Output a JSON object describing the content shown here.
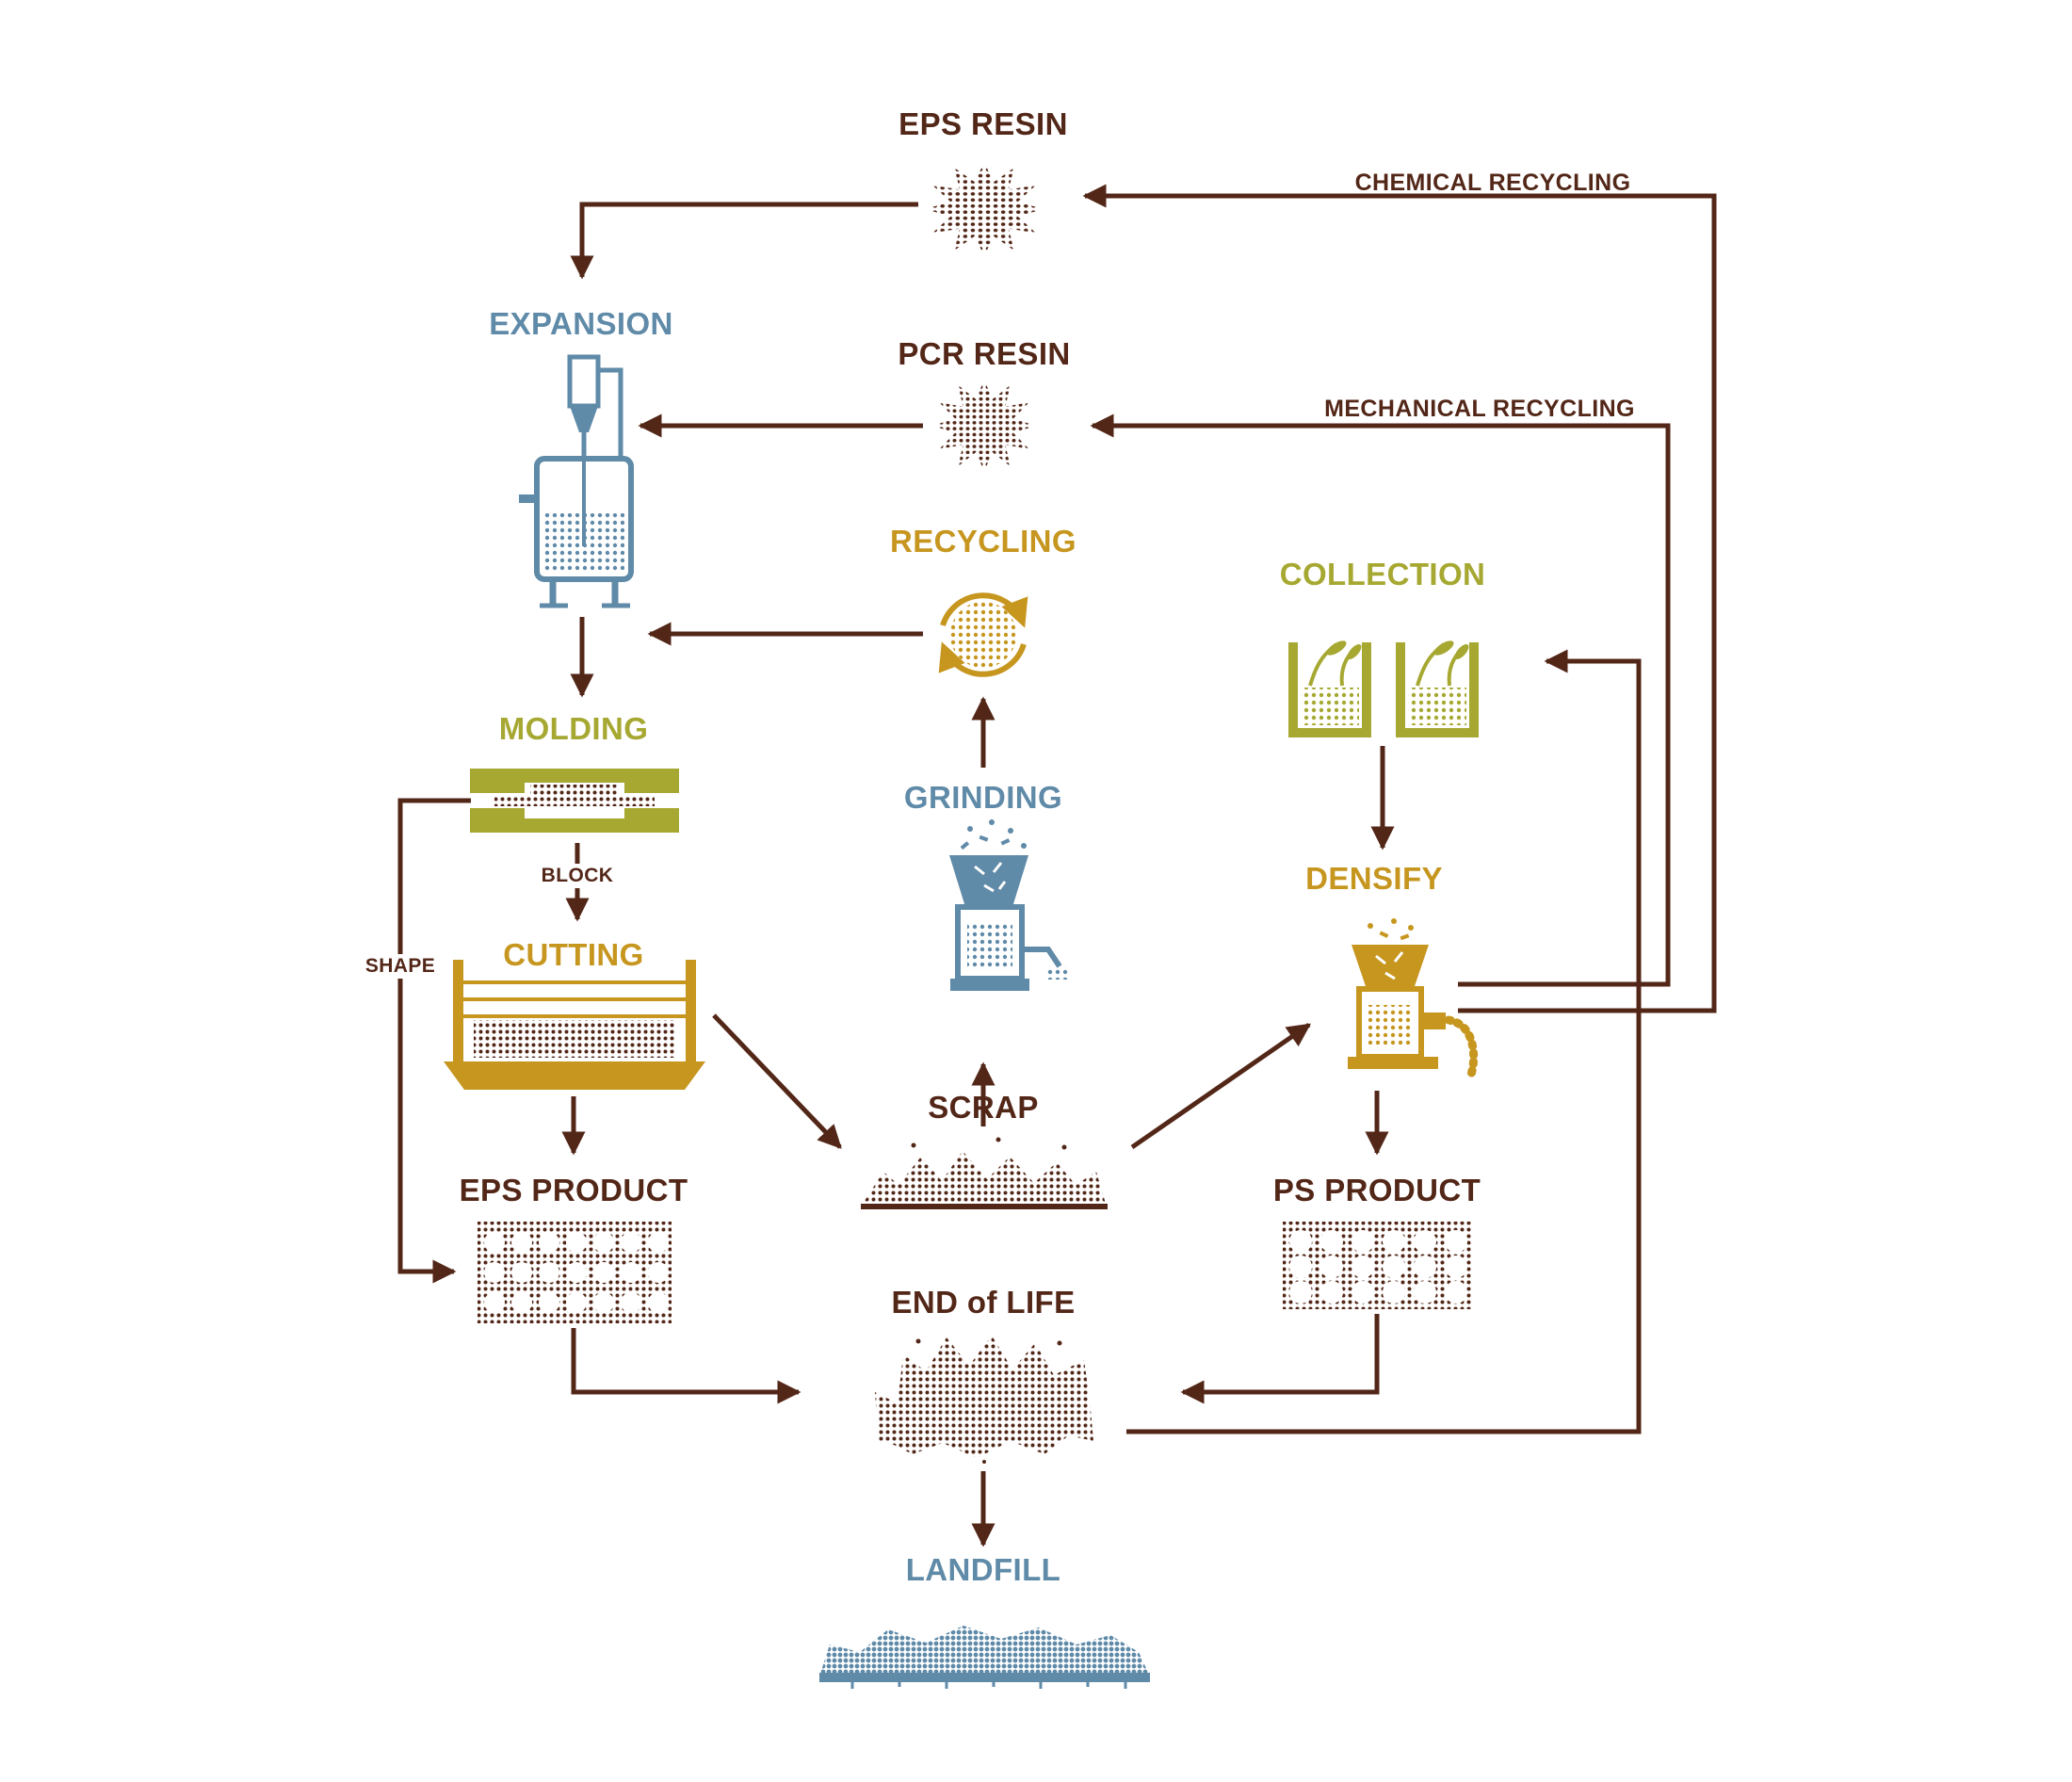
{
  "diagram": {
    "subject": "EPS lifecycle flowchart",
    "colors": {
      "brown": "#532718",
      "blue": "#5f8aa8",
      "olive": "#a6a832",
      "gold": "#c6961f",
      "background": "#ffffff"
    },
    "nodes": {
      "eps_resin": "EPS RESIN",
      "chemical_recycling": "CHEMICAL RECYCLING",
      "expansion": "EXPANSION",
      "pcr_resin": "PCR RESIN",
      "mechanical_recycling": "MECHANICAL RECYCLING",
      "recycling": "RECYCLING",
      "collection": "COLLECTION",
      "molding": "MOLDING",
      "block": "BLOCK",
      "grinding": "GRINDING",
      "densify": "DENSIFY",
      "shape": "SHAPE",
      "cutting": "CUTTING",
      "scrap": "SCRAP",
      "eps_product": "EPS PRODUCT",
      "ps_product": "PS PRODUCT",
      "end_of_life": "END of LIFE",
      "landfill": "LANDFILL"
    },
    "icons": {
      "eps_resin": "resin-starburst-icon",
      "pcr_resin": "resin-starburst-icon",
      "expansion": "pre-expander-machine-icon",
      "recycling": "circular-arrows-icon",
      "collection": "recycling-bins-icon",
      "molding": "mold-plates-icon",
      "grinding": "grinder-machine-icon",
      "densify": "densifier-machine-icon",
      "cutting": "hot-wire-cutting-table-icon",
      "scrap": "scrap-pile-icon",
      "eps_product": "foam-packaging-icon",
      "ps_product": "foam-packaging-icon",
      "end_of_life": "waste-pile-icon",
      "landfill": "landfill-mound-icon"
    },
    "edges": [
      {
        "from": "EPS RESIN",
        "to": "EXPANSION"
      },
      {
        "from": "PCR RESIN",
        "to": "EXPANSION"
      },
      {
        "from": "RECYCLING",
        "to": "EXPANSION"
      },
      {
        "from": "EXPANSION",
        "to": "MOLDING"
      },
      {
        "from": "MOLDING",
        "to": "CUTTING",
        "label": "BLOCK"
      },
      {
        "from": "MOLDING",
        "to": "EPS PRODUCT",
        "label": "SHAPE"
      },
      {
        "from": "CUTTING",
        "to": "EPS PRODUCT"
      },
      {
        "from": "CUTTING",
        "to": "SCRAP"
      },
      {
        "from": "SCRAP",
        "to": "GRINDING"
      },
      {
        "from": "GRINDING",
        "to": "RECYCLING"
      },
      {
        "from": "SCRAP",
        "to": "DENSIFY"
      },
      {
        "from": "COLLECTION",
        "to": "DENSIFY"
      },
      {
        "from": "DENSIFY",
        "to": "PS PRODUCT"
      },
      {
        "from": "DENSIFY",
        "to": "PCR RESIN",
        "label": "MECHANICAL RECYCLING"
      },
      {
        "from": "DENSIFY",
        "to": "EPS RESIN",
        "label": "CHEMICAL RECYCLING"
      },
      {
        "from": "EPS PRODUCT",
        "to": "END of LIFE"
      },
      {
        "from": "PS PRODUCT",
        "to": "END of LIFE"
      },
      {
        "from": "END of LIFE",
        "to": "COLLECTION"
      },
      {
        "from": "END of LIFE",
        "to": "LANDFILL"
      }
    ]
  }
}
